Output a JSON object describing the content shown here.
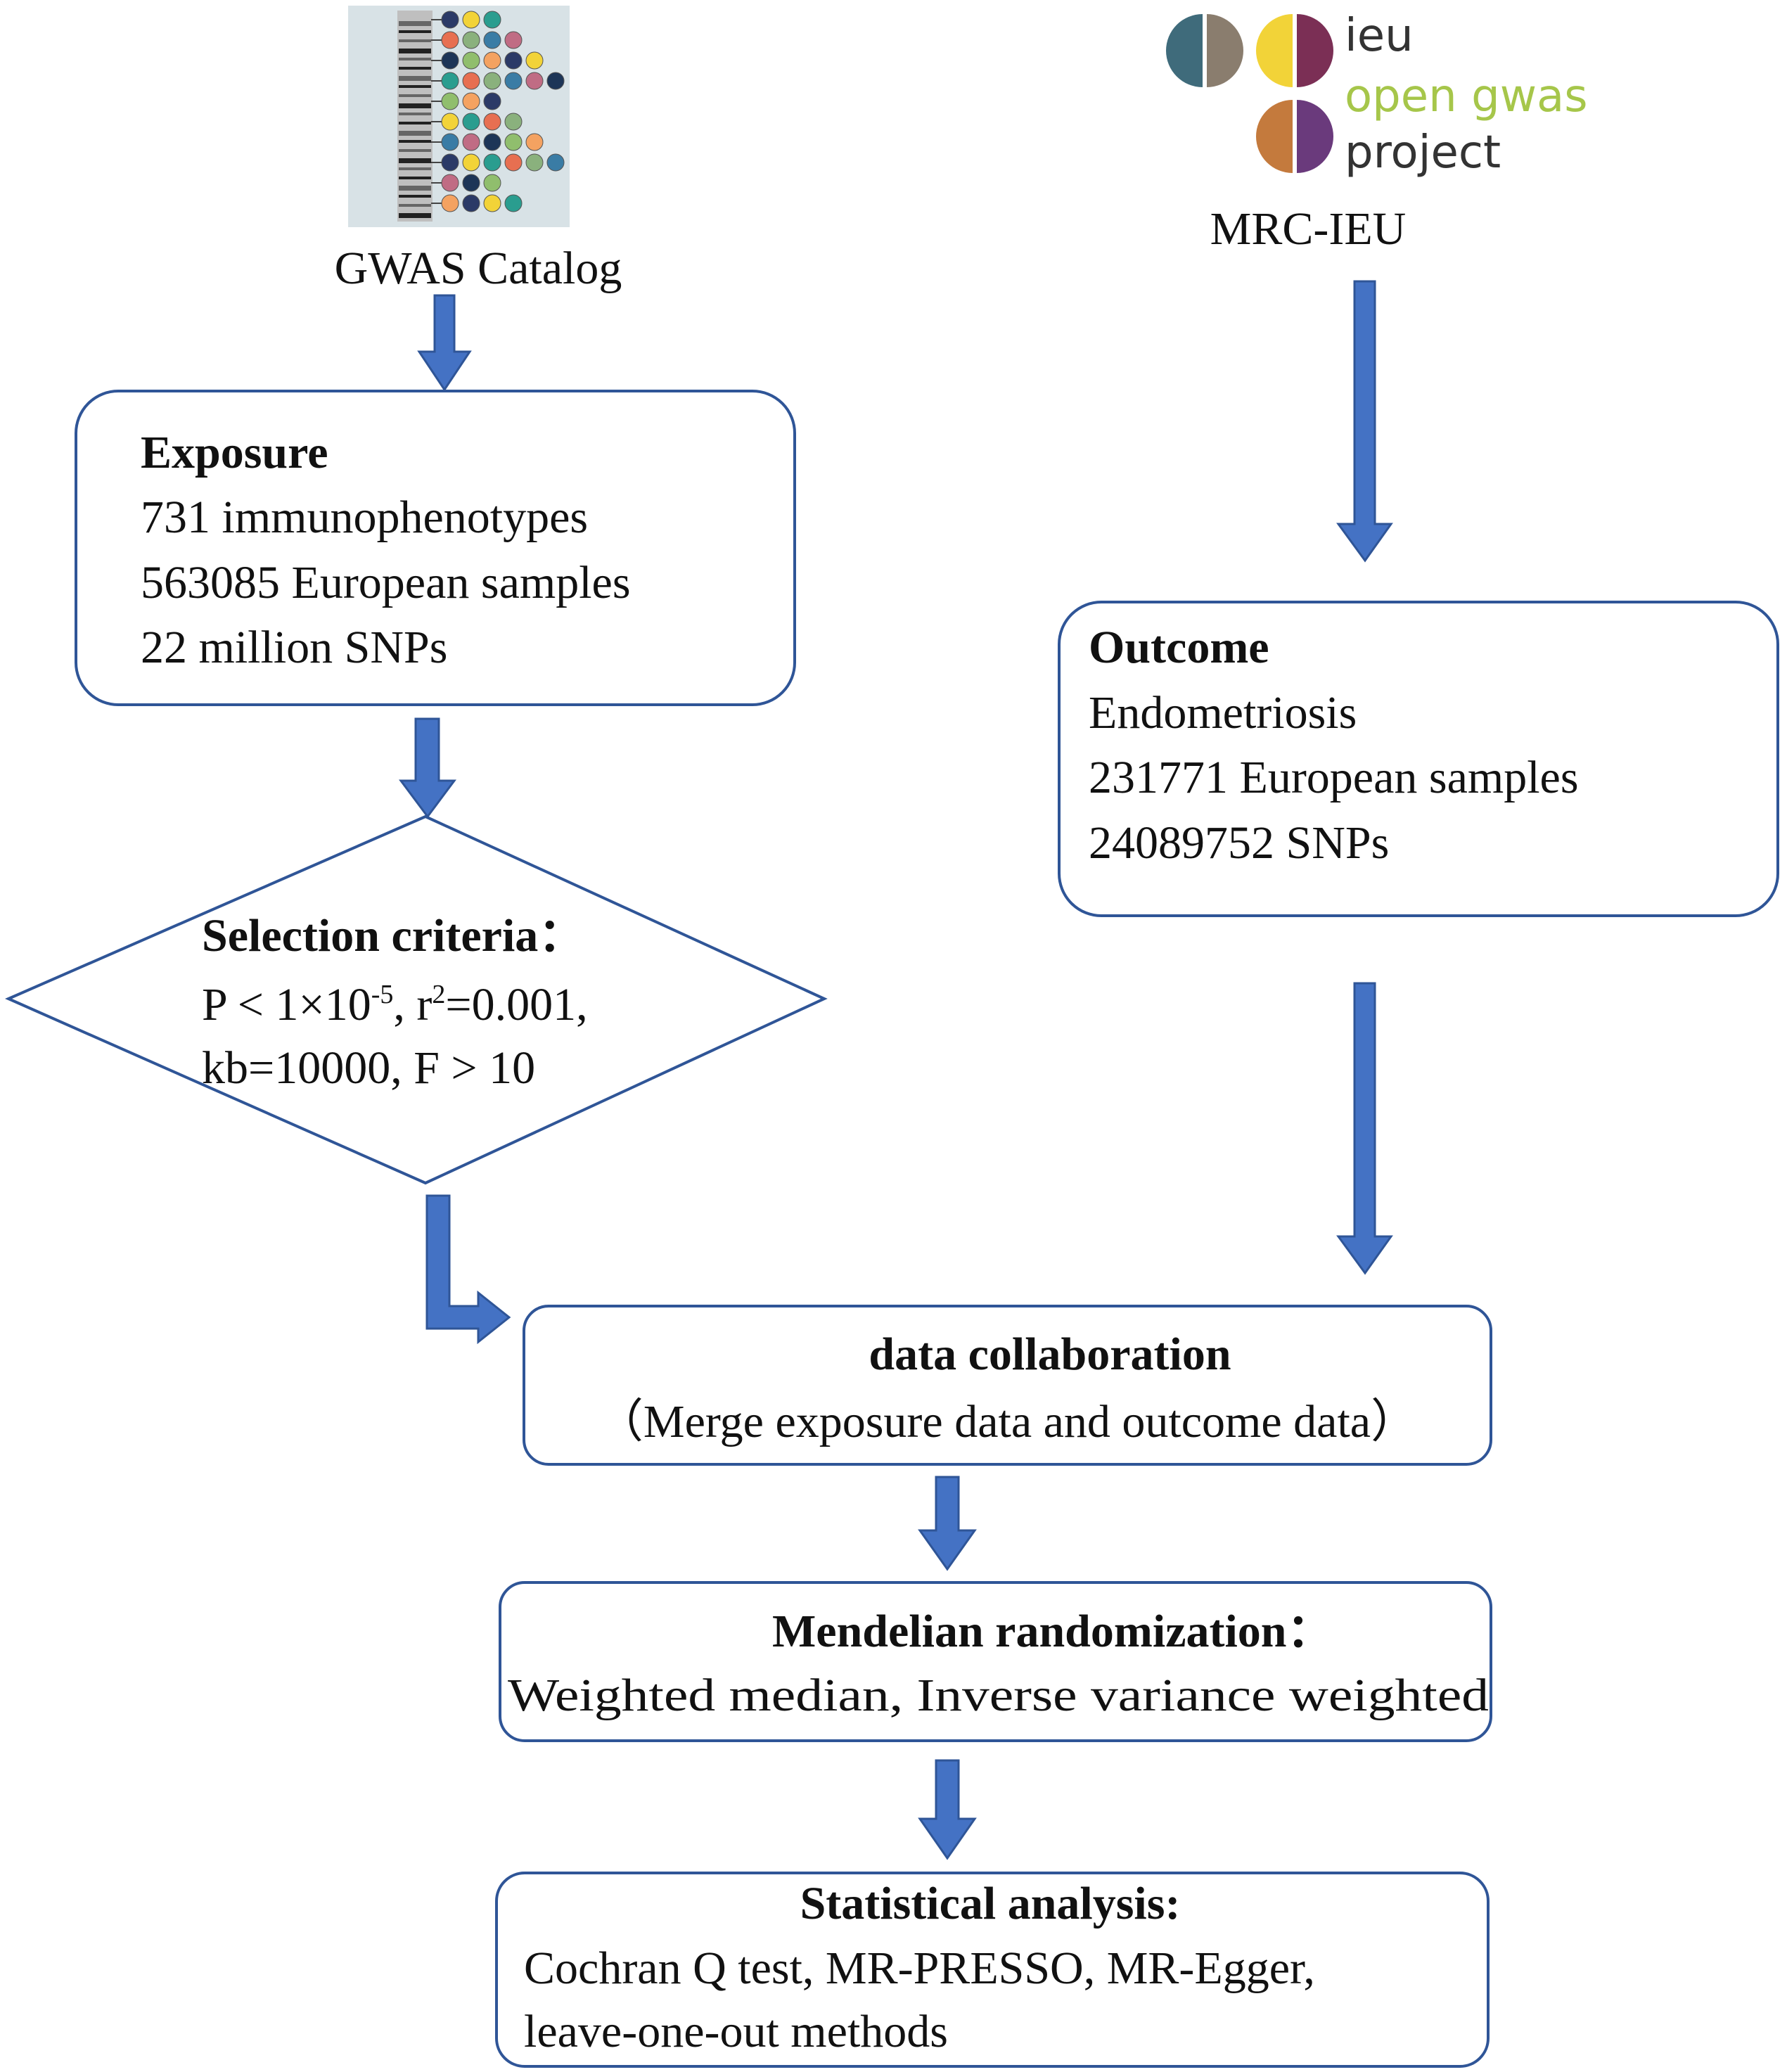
{
  "sources": {
    "gwas_catalog": {
      "label": "GWAS Catalog",
      "logo_icon": "gwas-catalog-logo"
    },
    "mrc_ieu": {
      "label": "MRC-IEU",
      "logo_icon": "ieu-open-gwas-logo",
      "logo_text": {
        "line1": "ieu",
        "line2": "open gwas",
        "line3": "project"
      }
    }
  },
  "exposure": {
    "title": "Exposure",
    "lines": [
      "731 immunophenotypes",
      "563085 European samples",
      "22 million SNPs"
    ]
  },
  "outcome": {
    "title": "Outcome",
    "lines": [
      "Endometriosis",
      "231771 European samples",
      "24089752 SNPs"
    ]
  },
  "selection": {
    "title": "Selection criteria：",
    "p_prefix": "P < 1×10",
    "p_exp": "-5",
    "r_prefix": ", r",
    "r_exp": "2",
    "r_value": "=0.001,",
    "line2": "kb=10000, F > 10"
  },
  "collaboration": {
    "title": "data collaboration",
    "subtitle": "（Merge exposure data and outcome data）"
  },
  "mendelian": {
    "title": "Mendelian randomization：",
    "subtitle": "Weighted median, Inverse variance weighted"
  },
  "statistical": {
    "title": "Statistical analysis:",
    "line1": "Cochran Q test, MR-PRESSO, MR-Egger,",
    "line2": "leave-one-out methods"
  },
  "colors": {
    "arrow_fill": "#4472c4",
    "arrow_stroke": "#2f5597",
    "box_border": "#2f5597",
    "logo_teal": "#3f6b7b",
    "logo_taupe": "#8a7d6e",
    "logo_yellow": "#f2d338",
    "logo_maroon": "#7b2f55",
    "logo_orange": "#c47a3d",
    "logo_purple": "#6a3a7c",
    "logo_green": "#a6c64a"
  }
}
